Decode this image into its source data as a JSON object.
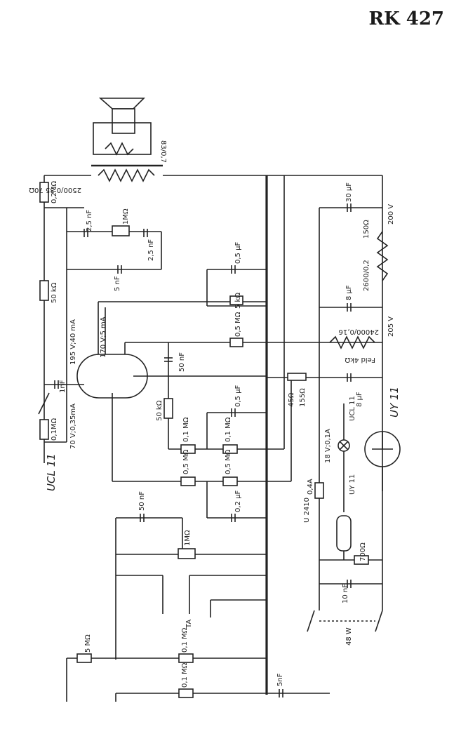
{
  "title": "RK 427",
  "tube_main": "UCL 11",
  "tube_rect": "UY 11",
  "labels": {
    "spk_xfmr": "2500/0,35  70Ω",
    "spk_small": "83/0,7",
    "r_02M": "0,2MΩ",
    "r_50k": "50 kΩ",
    "c_1n": "1nF",
    "r_01M_switch": "0,1MΩ",
    "v195": "195 V;40 mA",
    "v170": "170 V;5 mA",
    "v70": "70 V;0,35mA",
    "c_25a": "2,5 nF",
    "pot_1M_top": "1MΩ",
    "c_25b": "2,5 nF",
    "c_5n": "5 nF",
    "c_05_top": "0,5 μF",
    "r_5k": "5 kΩ",
    "r_05M_a": "0,5 MΩ",
    "c_50n": "50 nF",
    "r_50k_b": "50 kΩ",
    "c_05_mid": "0,5 μF",
    "r_01M_a": "0,1 MΩ",
    "r_01M_b": "0,1 MΩ",
    "r_05M_b": "0,5 MΩ",
    "r_05M_c": "0,5 MΩ",
    "c_50nF_low": "50 nF",
    "c_02": "0,2 μF",
    "pot_1M_low": "1MΩ",
    "ta": "TA",
    "r_5M": "5 MΩ",
    "r_01M_c": "0,1 MΩ",
    "r_01M_d": "0,1 MΩ",
    "c_5nF": "5nF",
    "r_45": "45Ω",
    "r_155": "155Ω",
    "c_30": "30 μF",
    "v200": "200 V",
    "r_150": "150Ω",
    "choke": "2600/0,2",
    "c_8a": "8 μF",
    "v205": "205 V",
    "field": "24000/0,16",
    "field2": "Feld 4kΩ",
    "c_8b": "8 μF",
    "lamp": "18 V;0,1A",
    "u2410": "U 2410",
    "fuse": "0,4A",
    "r_700": "700Ω",
    "ucl11_small": "UCL 11",
    "uy11_small": "UY 11",
    "c_10n": "10 nF",
    "power": "48 W"
  }
}
